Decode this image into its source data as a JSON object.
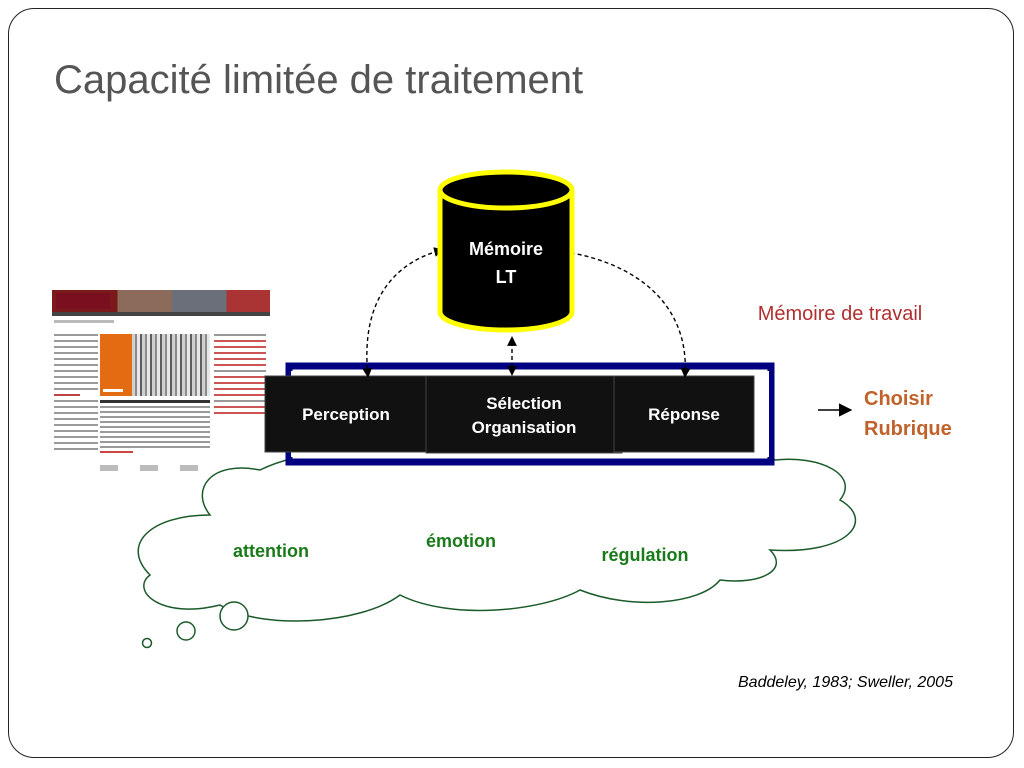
{
  "slide": {
    "title": "Capacité limitée de traitement",
    "citation": "Baddeley, 1983; Sweller, 2005"
  },
  "diagram": {
    "ltm": {
      "line1": "Mémoire",
      "line2": "LT"
    },
    "working_memory_label": "Mémoire de travail",
    "boxes": {
      "perception": "Perception",
      "selection_line1": "Sélection",
      "selection_line2": "Organisation",
      "response": "Réponse"
    },
    "choose": {
      "line1": "Choisir",
      "line2": "Rubrique"
    },
    "cloud": {
      "attention": "attention",
      "emotion": "émotion",
      "regulation": "régulation"
    }
  },
  "colors": {
    "title": "#555555",
    "box_fill": "#111111",
    "wm_border": "#000080",
    "ltm_rim": "#ffff00",
    "wm_label": "#b03030",
    "choose": "#c0622a",
    "cloud_text": "#1a7a1a"
  },
  "icons": {
    "ltm": "database-cylinder-icon",
    "choose_arrow": "right-arrow-icon",
    "website_thumbnail": "webpage-screenshot-icon"
  }
}
